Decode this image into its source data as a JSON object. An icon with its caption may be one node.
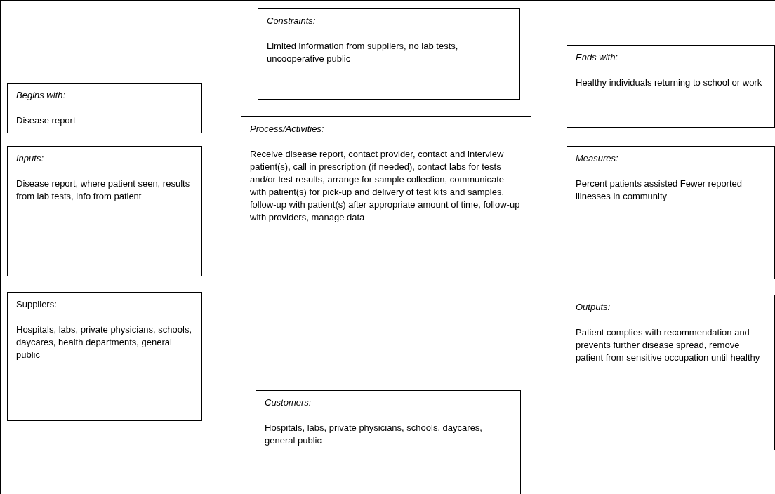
{
  "diagram": {
    "nodes": [
      {
        "text": [
          "Constraints:",
          "Limited information from suppliers, no lab tests, uncooperative public"
        ]
      },
      {
        "text": [
          "Begins with:",
          "Disease report"
        ]
      },
      {
        "text": [
          "Ends with:",
          "Healthy individuals returning to school or work"
        ]
      },
      {
        "text": [
          "Process/Activities:",
          "Receive disease report, contact provider, contact and interview patient(s), call in prescription (if needed), contact labs for tests and/or test results, arrange for sample collection, communicate with patient(s) for pick-up and delivery of test kits and samples, follow-up with patient(s) after appropriate amount of time, follow-up with providers, manage data"
        ]
      },
      {
        "text": [
          "Inputs:",
          "Disease report, where patient seen, results from lab tests, info from patient"
        ]
      },
      {
        "text": [
          "Measures:",
          "Percent patients assisted Fewer reported illnesses in community"
        ]
      },
      {
        "text": [
          "Suppliers:",
          "Hospitals, labs, private physicians, schools, daycares, health departments, general public"
        ]
      },
      {
        "text": [
          "Outputs:",
          "Patient complies with recommendation and prevents further disease spread, remove patient from sensitive occupation until healthy"
        ]
      },
      {
        "text": [
          "Customers:",
          "Hospitals, labs, private physicians, schools, daycares, general public"
        ]
      }
    ]
  }
}
